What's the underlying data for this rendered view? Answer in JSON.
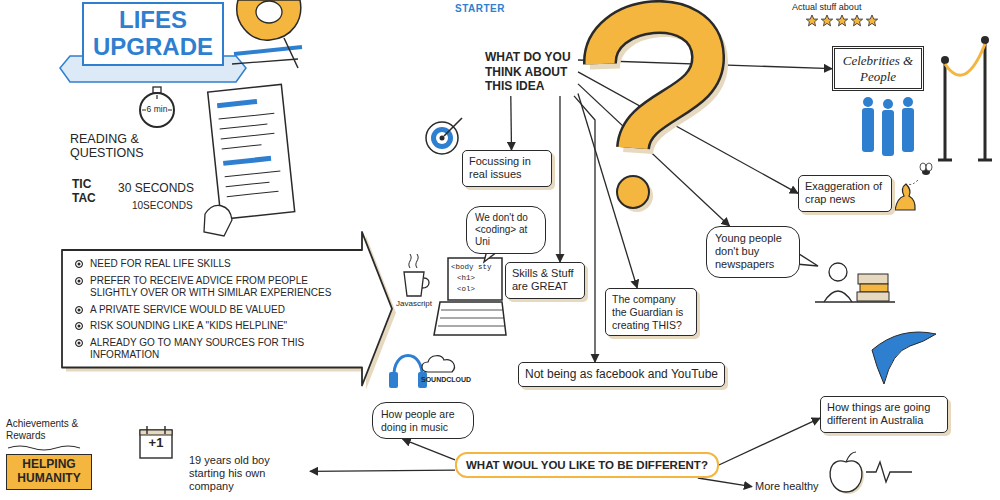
{
  "diagram": {
    "nodes": [
      {
        "text": [
          "LIFES UPGRADE"
        ]
      },
      {
        "text": [
          "WHAT DO YOU THINK ABOUT THIS IDEA"
        ]
      },
      {
        "text": [
          "Celebrities & People"
        ]
      },
      {
        "text": [
          "Focussing in real issues"
        ]
      },
      {
        "text": [
          "Exaggeration of crap news"
        ]
      },
      {
        "text": [
          "We don't do <coding> at Uni"
        ]
      },
      {
        "text": [
          "Skills & Stuff are GREAT"
        ]
      },
      {
        "text": [
          "Young people don't buy newspapers"
        ]
      },
      {
        "text": [
          "The company the Guardian is creating THIS?"
        ]
      },
      {
        "text": [
          "NEED FOR REAL LIFE SKILLS",
          "PREFER TO RECEIVE ADVICE FROM PEOPLE SLIGHTLY OVER OR WITH SIMILAR EXPERIENCES",
          "A PRIVATE SERVICE WOULD BE VALUED",
          "RISK SOUNDING LIKE A \"KIDS HELPLINE\"",
          "ALREADY GO TO MANY SOURCES FOR THIS INFORMATION"
        ]
      },
      {
        "text": [
          "Not being as facebook and YouTube"
        ]
      },
      {
        "text": [
          "How people are doing in music"
        ]
      },
      {
        "text": [
          "WHAT WOUL YOU LIKE TO BE DIFFERENT?"
        ]
      },
      {
        "text": [
          "How things are going different in Australia"
        ]
      },
      {
        "text": [
          "19 years old boy starting his own company"
        ]
      },
      {
        "text": [
          "HELPING HUMANITY"
        ]
      },
      {
        "text": [
          "More healthy"
        ]
      }
    ],
    "edges": [
      {
        "from": 1,
        "to": 2,
        "arrow": "to"
      },
      {
        "from": 1,
        "to": 3,
        "arrow": "to"
      },
      {
        "from": 1,
        "to": 4,
        "arrow": "to"
      },
      {
        "from": 1,
        "to": 6,
        "arrow": "to"
      },
      {
        "from": 1,
        "to": 7,
        "arrow": "to"
      },
      {
        "from": 1,
        "to": 8,
        "arrow": "to"
      },
      {
        "from": 1,
        "to": 10,
        "arrow": "to"
      },
      {
        "from": 12,
        "to": 11,
        "arrow": "to"
      },
      {
        "from": 12,
        "to": 13,
        "arrow": "to"
      },
      {
        "from": 12,
        "to": 14,
        "arrow": "to"
      },
      {
        "from": 12,
        "to": 16,
        "arrow": "to"
      }
    ],
    "labels": [
      "STARTER",
      "Actual stuff about",
      "6 min",
      "READING & QUESTIONS",
      "TIC TAC",
      "30 SECONDS",
      "10SECONDS",
      "<body sty",
      "<h1>",
      "<ol>",
      "Javascript",
      "SOUNDCLOUD",
      "Achievements & Rewards",
      "+1"
    ]
  }
}
